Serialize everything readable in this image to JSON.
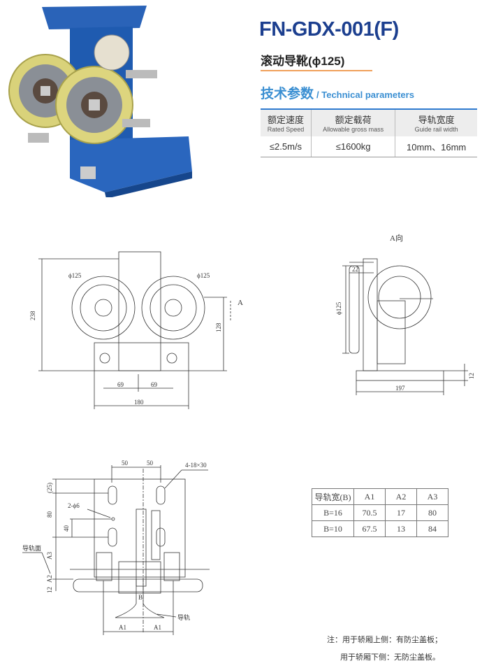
{
  "header": {
    "title": "FN-GDX-001(F)",
    "subtitle": "滚动导靴(ϕ125)",
    "section_cn": "技术参数",
    "section_en": "/ Technical parameters"
  },
  "spec_table": {
    "columns": [
      {
        "cn": "额定速度",
        "en": "Rated Speed"
      },
      {
        "cn": "额定载荷",
        "en": "Allowable gross mass"
      },
      {
        "cn": "导轨宽度",
        "en": "Guide rail width"
      }
    ],
    "values": [
      "≤2.5m/s",
      "≤1600kg",
      "10mm、16mm"
    ]
  },
  "front_view": {
    "wheel_left": "ϕ125",
    "wheel_right": "ϕ125",
    "arrow": "A",
    "height_total": "238",
    "height_axle": "128",
    "half_left": "69",
    "half_right": "69",
    "width": "180"
  },
  "side_view": {
    "label": "A向",
    "top": "22",
    "wheel": "ϕ125",
    "plate": "12",
    "length": "197"
  },
  "bottom_view": {
    "slot_left": "50",
    "slot_right": "50",
    "slots": "4-18×30",
    "holes": "2-ϕ6",
    "d25": "(25)",
    "d80": "80",
    "d40": "40",
    "a3": "A3",
    "a2": "A2",
    "d12": "12",
    "rail_face": "导轨面",
    "rail": "导轨",
    "b": "B",
    "a1_left": "A1",
    "a1_right": "A1"
  },
  "dim_table": {
    "header": [
      "导轨宽(B)",
      "A1",
      "A2",
      "A3"
    ],
    "rows": [
      [
        "B=16",
        "70.5",
        "17",
        "80"
      ],
      [
        "B=10",
        "67.5",
        "13",
        "84"
      ]
    ]
  },
  "notes": {
    "line1": "注：用于轿厢上侧：有防尘盖板；",
    "line2": "用于轿厢下侧：无防尘盖板。"
  },
  "colors": {
    "title": "#1c3f8f",
    "section": "#3b8fd2",
    "rule": "#f0a05a",
    "bracket": "#1f5bb0",
    "wheel": "#d9d27a"
  }
}
